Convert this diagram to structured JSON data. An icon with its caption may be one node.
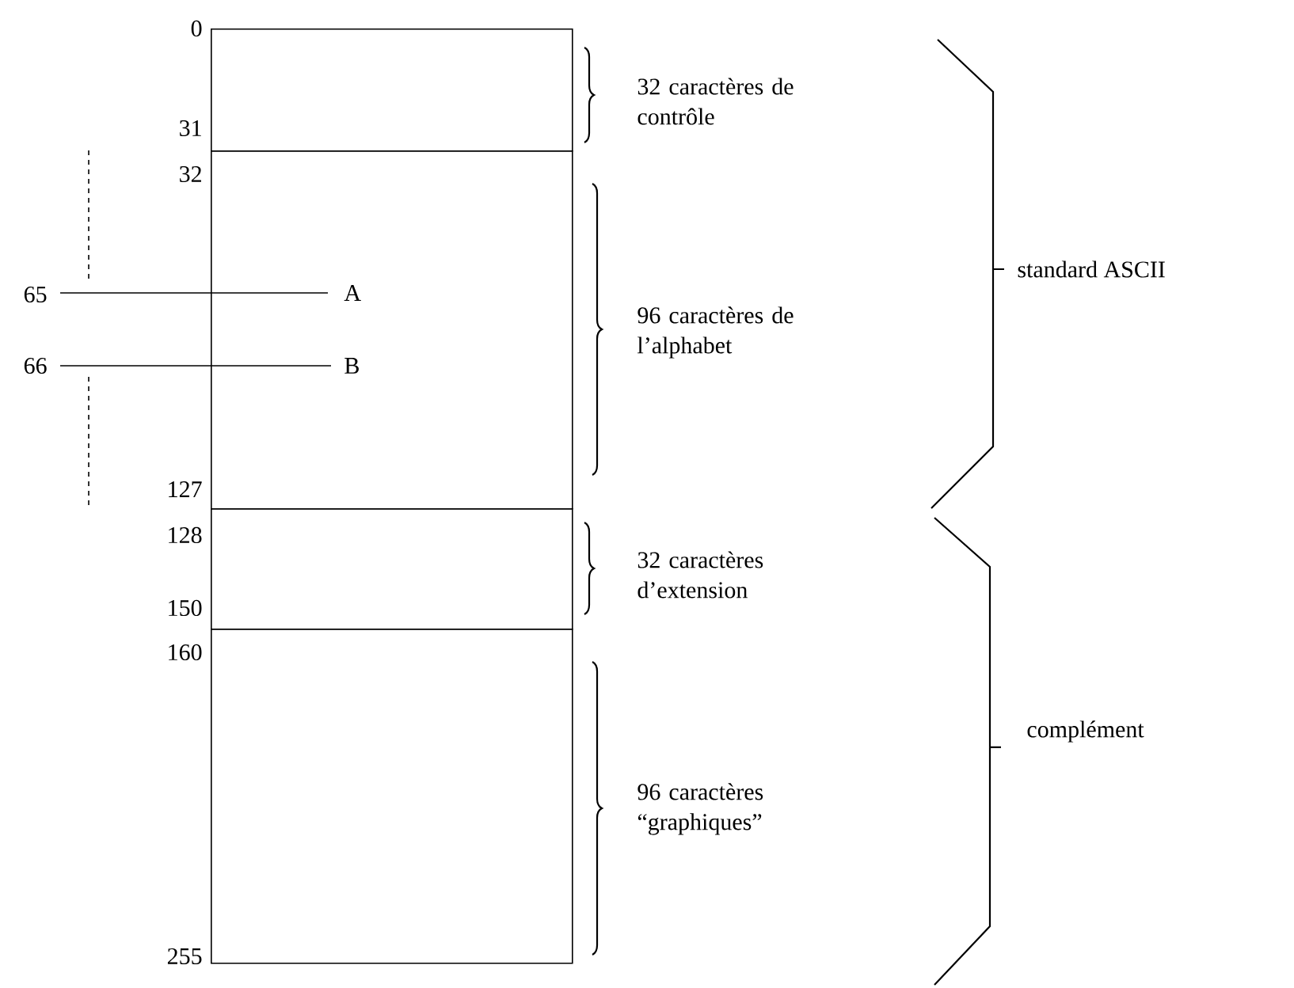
{
  "diagram": {
    "nodes": [
      {
        "text": [],
        "shape": "box",
        "beside": [
          "32 caractères de contrôle"
        ]
      },
      {
        "text": [],
        "shape": "box",
        "beside": [
          "96 caractères de l’alphabet"
        ]
      },
      {
        "text": [],
        "shape": "box",
        "beside": [
          "32 caractères d’extension"
        ]
      },
      {
        "text": [],
        "shape": "box",
        "beside": [
          "96 caractères “graphiques”"
        ]
      }
    ],
    "edges": [],
    "labels": [
      "0",
      "31",
      "32",
      "65",
      "A",
      "66",
      "B",
      "standard ASCII",
      "127",
      "128",
      "150",
      "160",
      "complément",
      "255"
    ]
  }
}
